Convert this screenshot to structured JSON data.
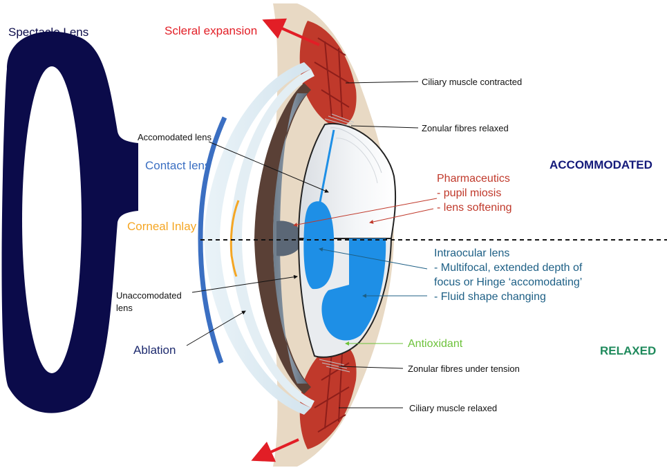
{
  "colors": {
    "navy": "#0b0b4a",
    "red": "#e21e26",
    "contact_blue": "#3b6fc2",
    "inlay_orange": "#f5a623",
    "iol_blue": "#1e8fe6",
    "teal_text": "#1d5f85",
    "green_text": "#6cc23a",
    "relaxed_green": "#1f8a5c",
    "accommodated_navy": "#141a7a",
    "muscle_red": "#c0392b"
  },
  "labels": {
    "spectacle": "Spectacle Lens",
    "scleral": "Scleral expansion",
    "ciliary_contracted": "Ciliary muscle contracted",
    "zonular_relaxed": "Zonular fibres relaxed",
    "accom_lens": "Accomodated lens",
    "contact": "Contact lens",
    "accommodated": "ACCOMMODATED",
    "pharm": [
      "Pharmaceutics",
      "- pupil miosis",
      "- lens softening"
    ],
    "inlay": "Corneal Inlay",
    "iol": [
      "Intraocular lens",
      "- Multifocal, extended depth of",
      "focus or Hinge ‘accomodating’",
      "- Fluid shape changing"
    ],
    "unaccom": [
      "Unaccomodated",
      "lens"
    ],
    "ablation": "Ablation",
    "antioxidant": "Antioxidant",
    "relaxed": "RELAXED",
    "zonular_tension": "Zonular fibres under tension",
    "ciliary_relaxed": "Ciliary muscle relaxed"
  }
}
